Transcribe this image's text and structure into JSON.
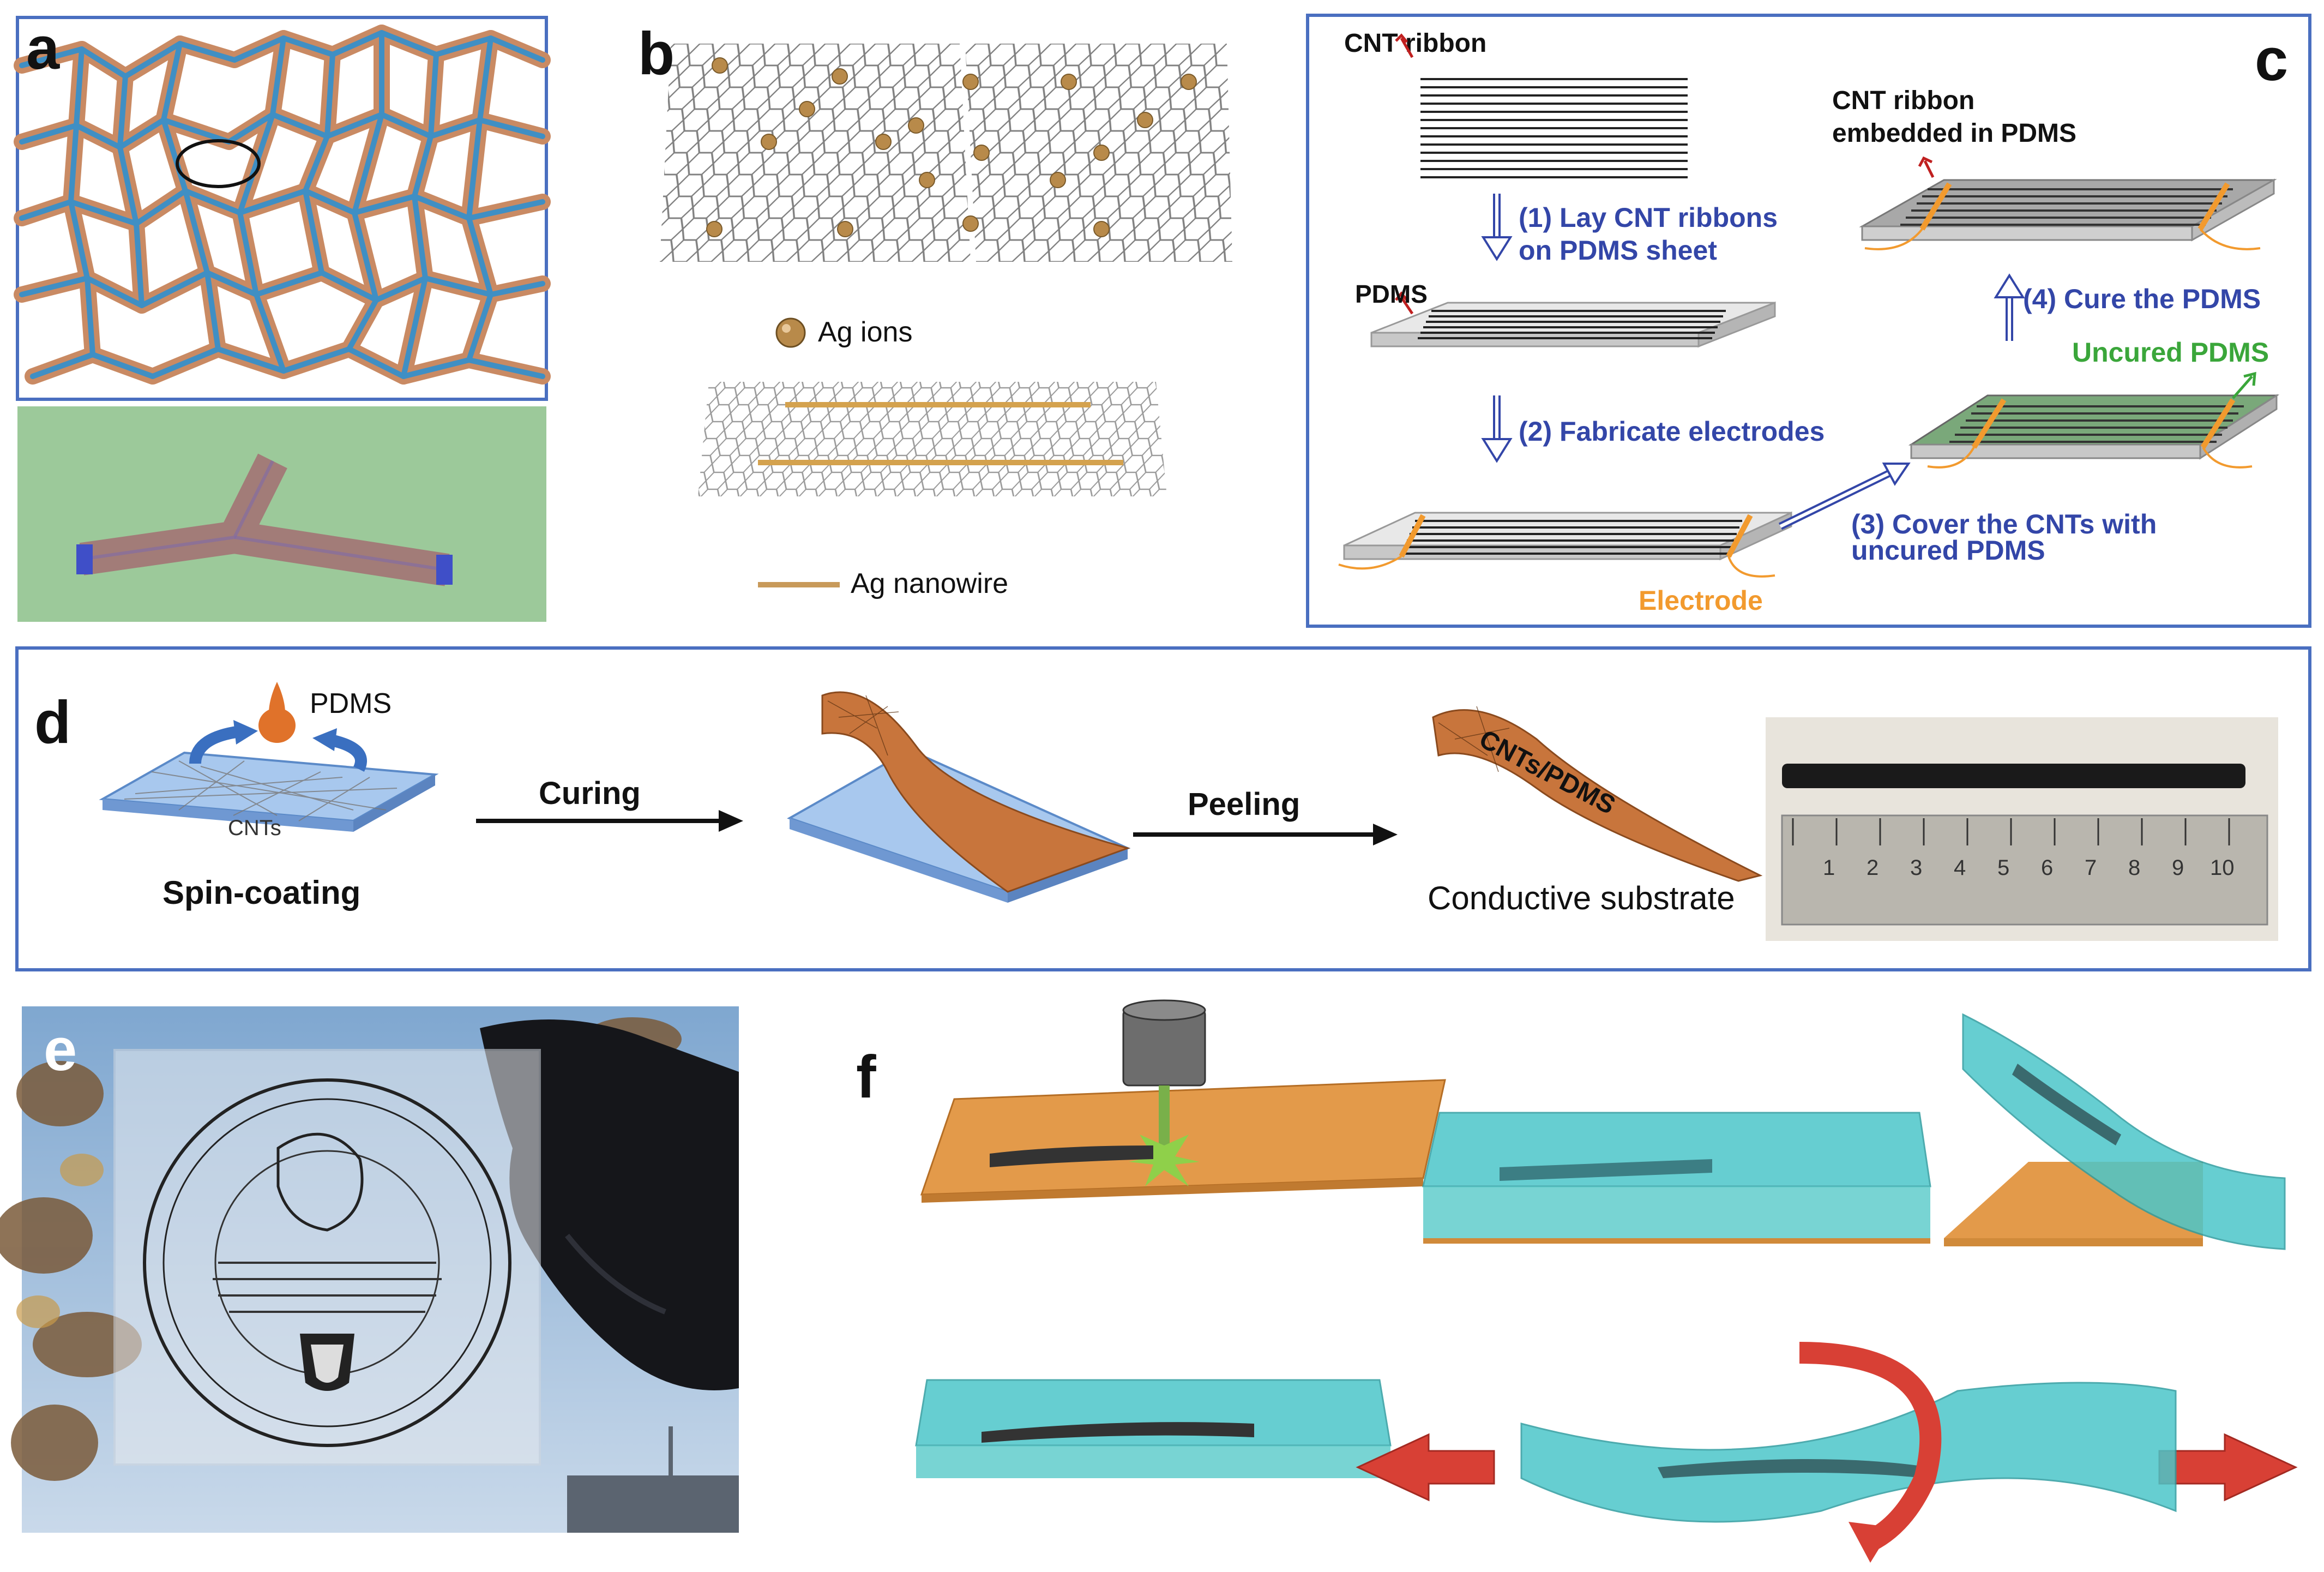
{
  "panels": {
    "a": {
      "label": "a"
    },
    "b": {
      "label": "b",
      "ag_ions": "Ag ions",
      "ag_nanowire": "Ag nanowire"
    },
    "c": {
      "label": "c",
      "cnt_ribbon": "CNT ribbon",
      "cnt_ribbon_embedded_line1": "CNT ribbon",
      "cnt_ribbon_embedded_line2": "embedded in PDMS",
      "step1_line1": "(1) Lay CNT ribbons",
      "step1_line2": "on PDMS sheet",
      "pdms": "PDMS",
      "step2": "(2) Fabricate electrodes",
      "step3_line1": "(3) Cover the CNTs with",
      "step3_line2": "uncured PDMS",
      "step4": "(4) Cure the PDMS",
      "uncured_pdms": "Uncured PDMS",
      "electrode": "Electrode"
    },
    "d": {
      "label": "d",
      "pdms": "PDMS",
      "cnts": "CNTs",
      "spin_coating": "Spin-coating",
      "curing": "Curing",
      "peeling": "Peeling",
      "cnts_pdms": "CNTs/PDMS",
      "conductive_substrate": "Conductive substrate",
      "ruler_ticks": [
        "1",
        "2",
        "3",
        "4",
        "5",
        "6",
        "7",
        "8",
        "9",
        "10"
      ]
    },
    "e": {
      "label": "e"
    },
    "f": {
      "label": "f"
    }
  },
  "colors": {
    "frame_blue": "#4a6fc0",
    "text_blue": "#3346a8",
    "orange": "#f29a2e",
    "green": "#3aa63a",
    "teal": "#4cc6c9",
    "substrate_orange": "#e8a45a",
    "pale_green": "#8fc28f",
    "red_arrow": "#d84035"
  }
}
